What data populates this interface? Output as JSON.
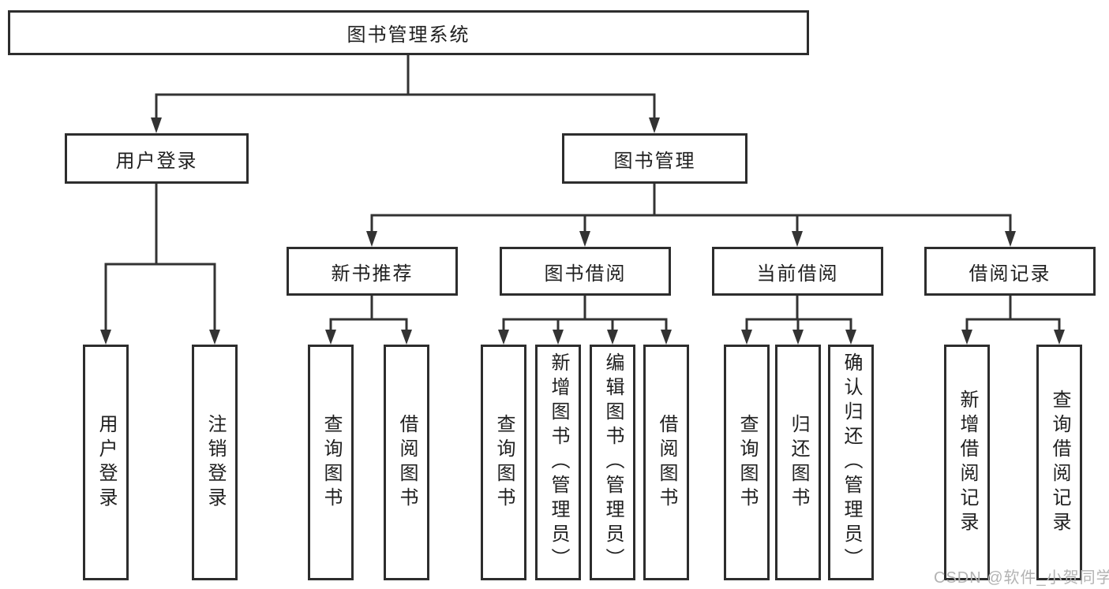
{
  "diagram": {
    "type": "hierarchy-tree",
    "tree": {
      "label": "图书管理系统",
      "children": [
        {
          "label": "用户登录",
          "children": [
            {
              "label": "用户登录"
            },
            {
              "label": "注销登录"
            }
          ]
        },
        {
          "label": "图书管理",
          "children": [
            {
              "label": "新书推荐",
              "children": [
                {
                  "label": "查询图书"
                },
                {
                  "label": "借阅图书"
                }
              ]
            },
            {
              "label": "图书借阅",
              "children": [
                {
                  "label": "查询图书"
                },
                {
                  "label": "新增图书（管理员）"
                },
                {
                  "label": "编辑图书（管理员）"
                },
                {
                  "label": "借阅图书"
                }
              ]
            },
            {
              "label": "当前借阅",
              "children": [
                {
                  "label": "查询图书"
                },
                {
                  "label": "归还图书"
                },
                {
                  "label": "确认归还（管理员）"
                }
              ]
            },
            {
              "label": "借阅记录",
              "children": [
                {
                  "label": "新增借阅记录"
                },
                {
                  "label": "查询借阅记录"
                }
              ]
            }
          ]
        }
      ]
    }
  },
  "watermark": {
    "text": "CSDN @软件_小贺同学"
  },
  "colors": {
    "background": "#ffffff",
    "box_fill": "#ffffff",
    "box_border": "#2d2d2d",
    "line": "#333333",
    "text": "#1f1f1f",
    "watermark": "#b3b3b3"
  }
}
